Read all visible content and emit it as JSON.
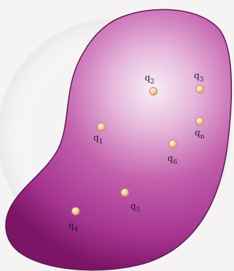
{
  "figure": {
    "colors": {
      "background": "#f5f3f4",
      "body_light": "#f6eaf3",
      "body_mid": "#c45fae",
      "body_dark": "#8e1f78",
      "body_edge": "#5e1a52",
      "charge_fill": "#f2c89a",
      "charge_edge": "#b8884f"
    },
    "charges": [
      {
        "id": "q2",
        "label": "q",
        "subscript": "2"
      },
      {
        "id": "q3",
        "label": "q",
        "subscript": "3"
      },
      {
        "id": "q1",
        "label": "q",
        "subscript": "1"
      },
      {
        "id": "qn",
        "label": "q",
        "subscript": "n"
      },
      {
        "id": "q6",
        "label": "q",
        "subscript": "6"
      },
      {
        "id": "q5",
        "label": "q",
        "subscript": "5"
      },
      {
        "id": "q4",
        "label": "q",
        "subscript": "4"
      }
    ]
  }
}
